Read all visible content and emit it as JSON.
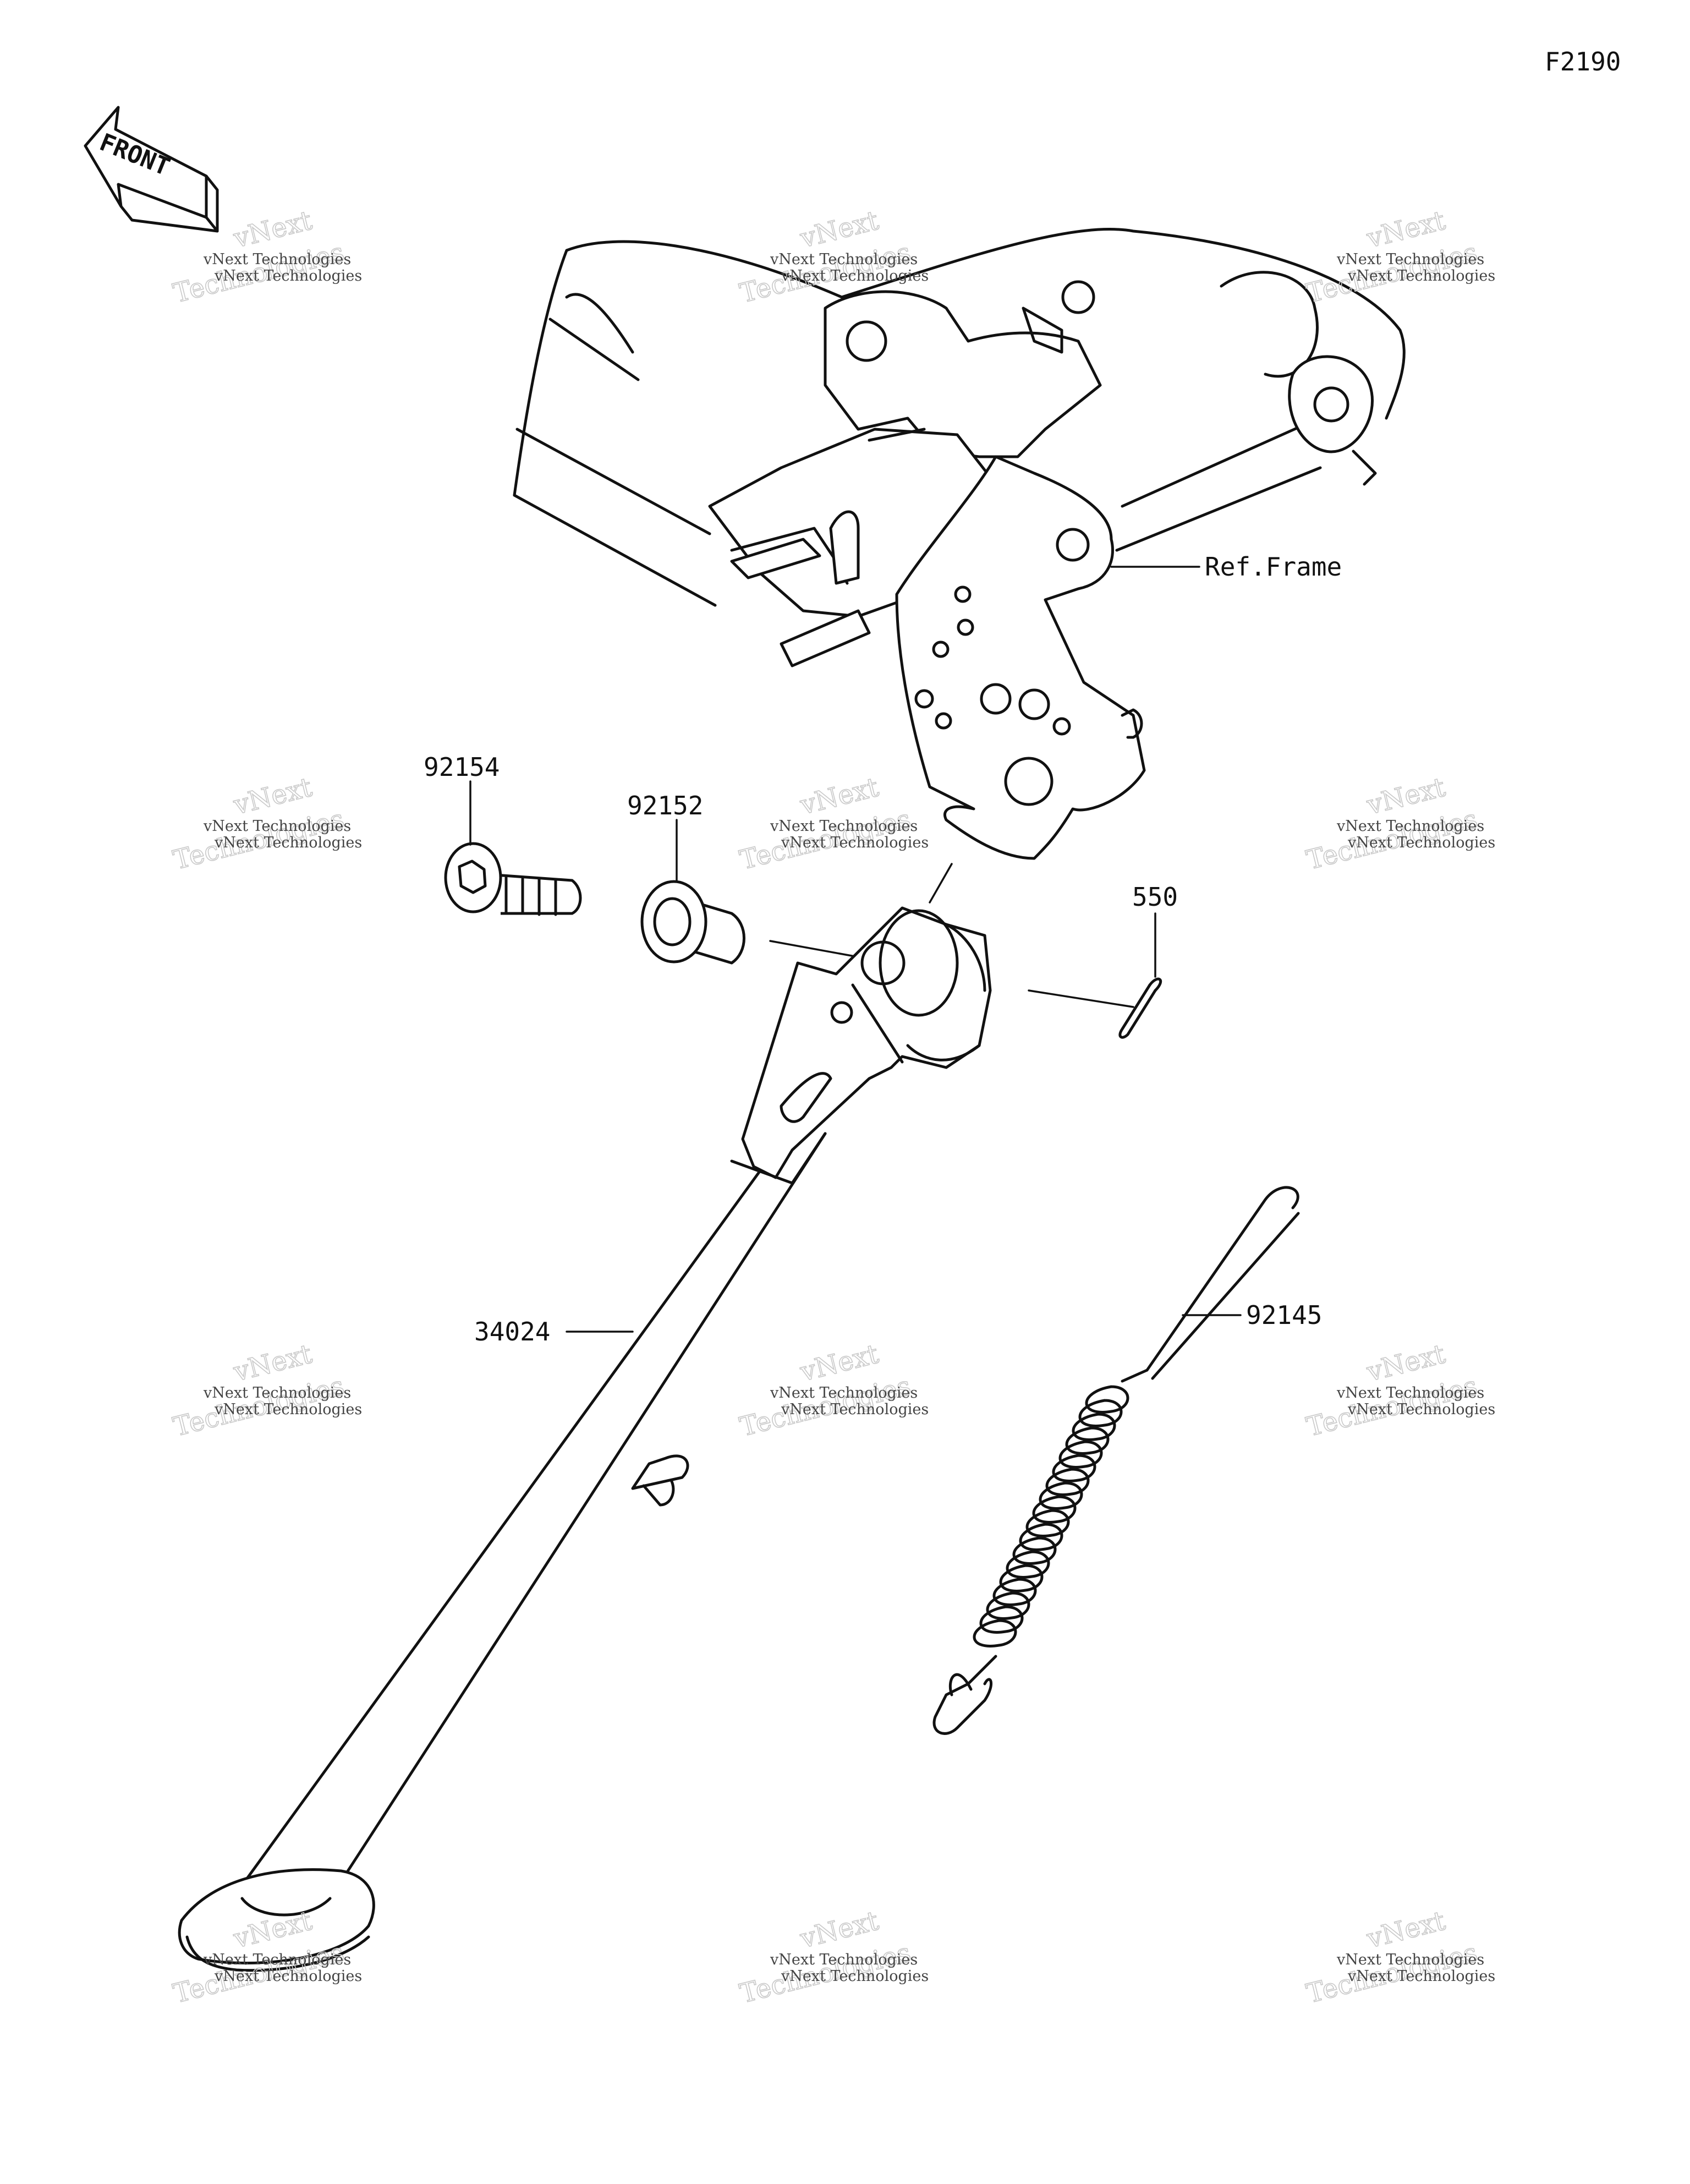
{
  "figure_code": "F2190",
  "front_indicator": "FRONT",
  "callouts": {
    "ref_frame": "Ref.Frame",
    "bolt": "92154",
    "collar": "92152",
    "cotter_pin": "550",
    "side_stand": "34024",
    "spring": "92145"
  },
  "watermark": {
    "line1": "vNext Technologies",
    "line2": "vNext",
    "line3": "Technologies"
  },
  "colors": {
    "line": "#111111",
    "background": "#ffffff",
    "watermark": "#c9c9c9"
  }
}
